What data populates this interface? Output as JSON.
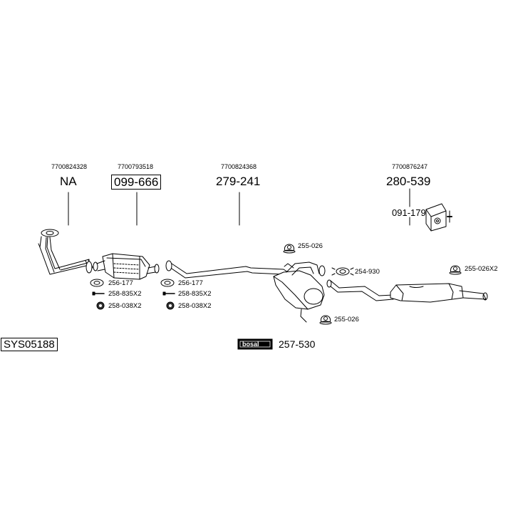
{
  "system_code": "SYS05188",
  "brand": "bosal",
  "brand_part": "257-530",
  "sections": {
    "front_pipe": {
      "oem": "7700824328",
      "part": "NA"
    },
    "catalyst": {
      "oem": "7700793518",
      "part": "099-666"
    },
    "mid_pipe": {
      "oem": "7700824368",
      "part": "279-241"
    },
    "rear_box": {
      "oem": "7700876247",
      "part": "280-539"
    }
  },
  "fittings": {
    "mount_bracket": "091-179",
    "gasket_1": "256-177",
    "bolt_1": "258-835X2",
    "nut_1": "258-038X2",
    "gasket_2": "256-177",
    "bolt_2": "258-835X2",
    "nut_2": "258-038X2",
    "rubber_top": "255-026",
    "rubber_bottom": "255-026",
    "clamp": "254-930",
    "rubber_rear": "255-026X2"
  }
}
